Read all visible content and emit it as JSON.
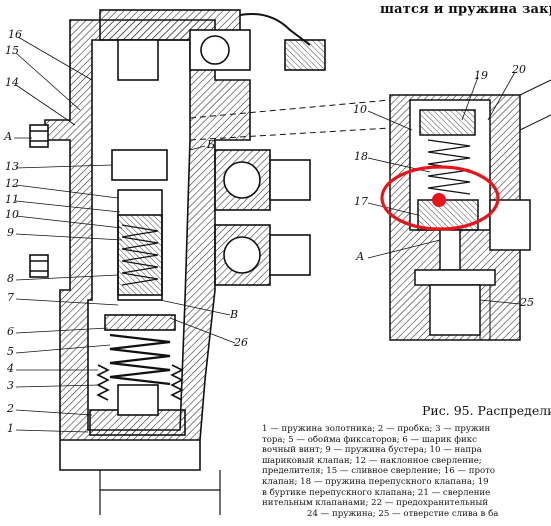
{
  "header_text": "шатся и пружина закр",
  "caption": "Рис. 95. Распредели",
  "legend_lines": [
    "1 — пружина золотника; 2 — пробка; 3 — пружин",
    "тора; 5 — обойма фиксаторов; 6 — шарик фикс",
    "вочный винт; 9 — пружина бустера; 10 — напра",
    "шариковый клапан; 12 — наклонное сверление;",
    "пределителя; 15 — сливное сверление; 16 — прото",
    "клапан; 18 — пружина перепускного клапана; 19",
    "в буртике перепускного клапана; 21 — сверление",
    "нительным клапанами; 22 — предохранительный",
    "24 — пружина; 25 — отверстие слива в ба"
  ],
  "left_labels": [
    "16",
    "15",
    "14",
    "А",
    "13",
    "12",
    "11",
    "10",
    "9",
    "8",
    "7",
    "6",
    "5",
    "4",
    "3",
    "2",
    "1"
  ],
  "mid_labels": [
    "Б",
    "В",
    "26"
  ],
  "right_labels": [
    "19",
    "20",
    "18",
    "17",
    "А",
    "25"
  ],
  "highlight_color": "#e8141c"
}
